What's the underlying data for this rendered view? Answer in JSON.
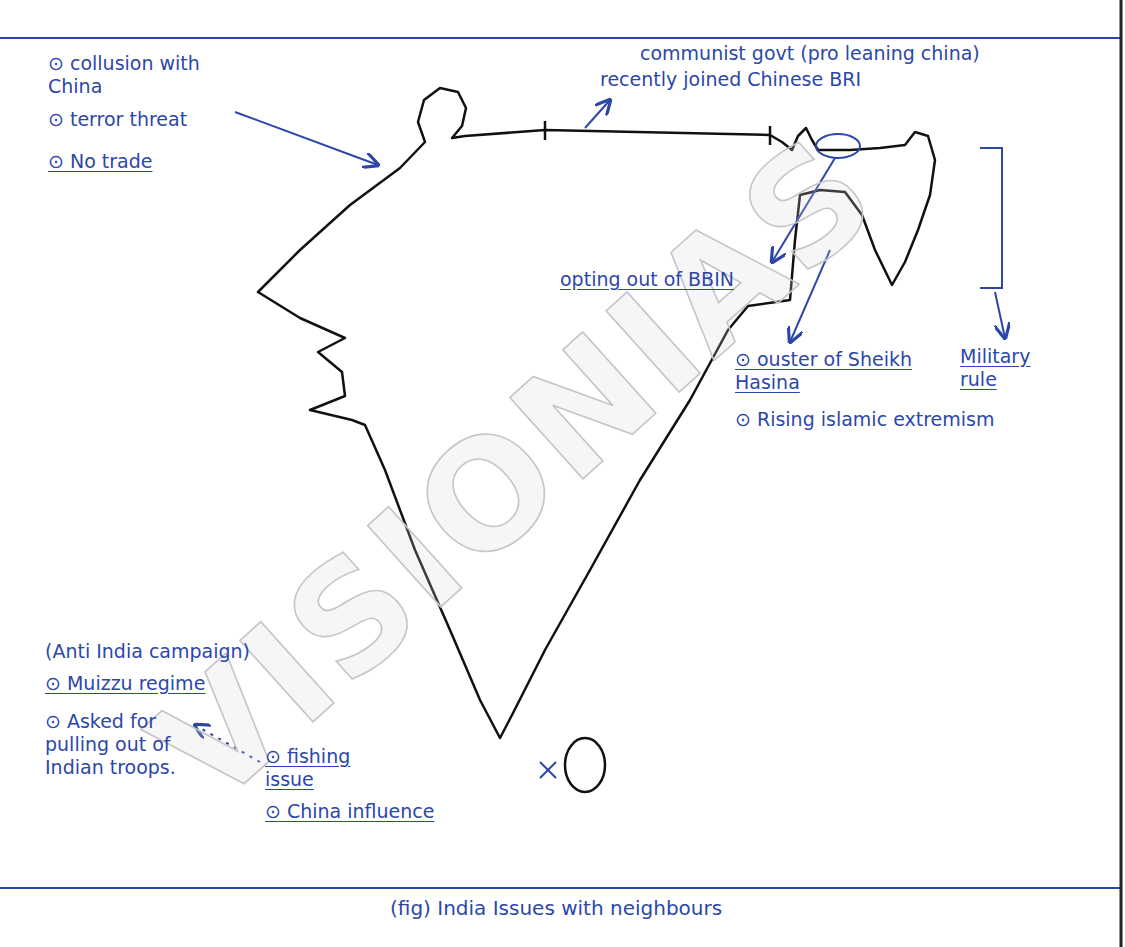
{
  "diagram": {
    "caption": "(fig) India Issues with neighbours",
    "labels": [
      "communist govt (pro leaning china)",
      "recently joined Chinese BRI",
      "⊙ collusion with China",
      "⊙ terror threat",
      "⊙ No trade",
      "opting out of BBIN",
      "⊙ ouster of Sheikh Hasina",
      "⊙ Rising islamic extremism",
      "Military rule",
      "(Anti India campaign)",
      "⊙ Muizzu regime",
      "⊙ Asked for pulling out of Indian troops.",
      "⊙ fishing issue",
      "⊙ China influence",
      "VISIONIAS"
    ]
  }
}
